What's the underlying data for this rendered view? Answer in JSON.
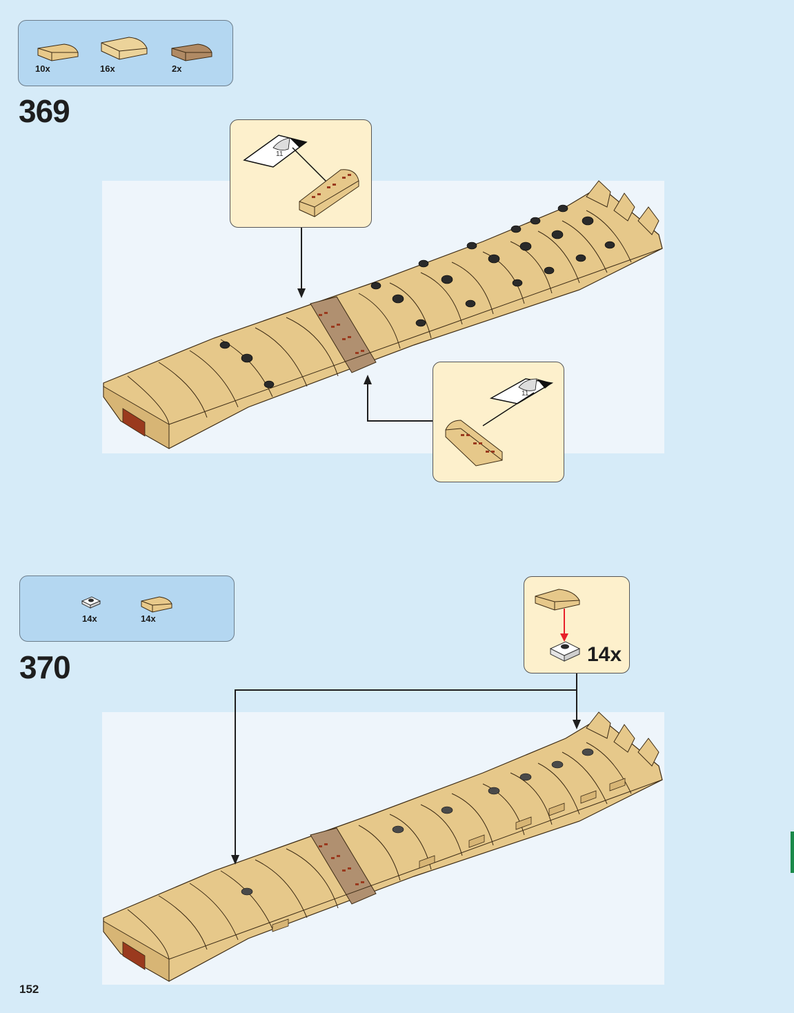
{
  "steps": [
    {
      "number": "369",
      "parts": [
        {
          "name": "tan curved slope 1x2",
          "qty": "10x",
          "color": "#e8c98a"
        },
        {
          "name": "tan curved slope 2x2",
          "qty": "16x",
          "color": "#ecd39a"
        },
        {
          "name": "dark tan curved slope 1x2",
          "qty": "2x",
          "color": "#b08a64"
        }
      ],
      "callouts": [
        {
          "sticker": "11"
        },
        {
          "sticker": "11"
        }
      ]
    },
    {
      "number": "370",
      "parts": [
        {
          "name": "white jumper plate 1x1",
          "qty": "14x",
          "color": "#ffffff"
        },
        {
          "name": "tan curved slope 1x2",
          "qty": "14x",
          "color": "#e8c98a"
        }
      ],
      "callout": {
        "qty": "14x"
      }
    }
  ],
  "page_number": "152",
  "colors": {
    "background": "#d6ebf8",
    "parts_box": "#b4d7f1",
    "callout": "#fdf0cc",
    "tan": "#e6c88a",
    "dark_tan": "#b09070",
    "highlight": "#eef5fb",
    "arrow": "#1e1e1e",
    "red_arrow": "#e8202a"
  }
}
